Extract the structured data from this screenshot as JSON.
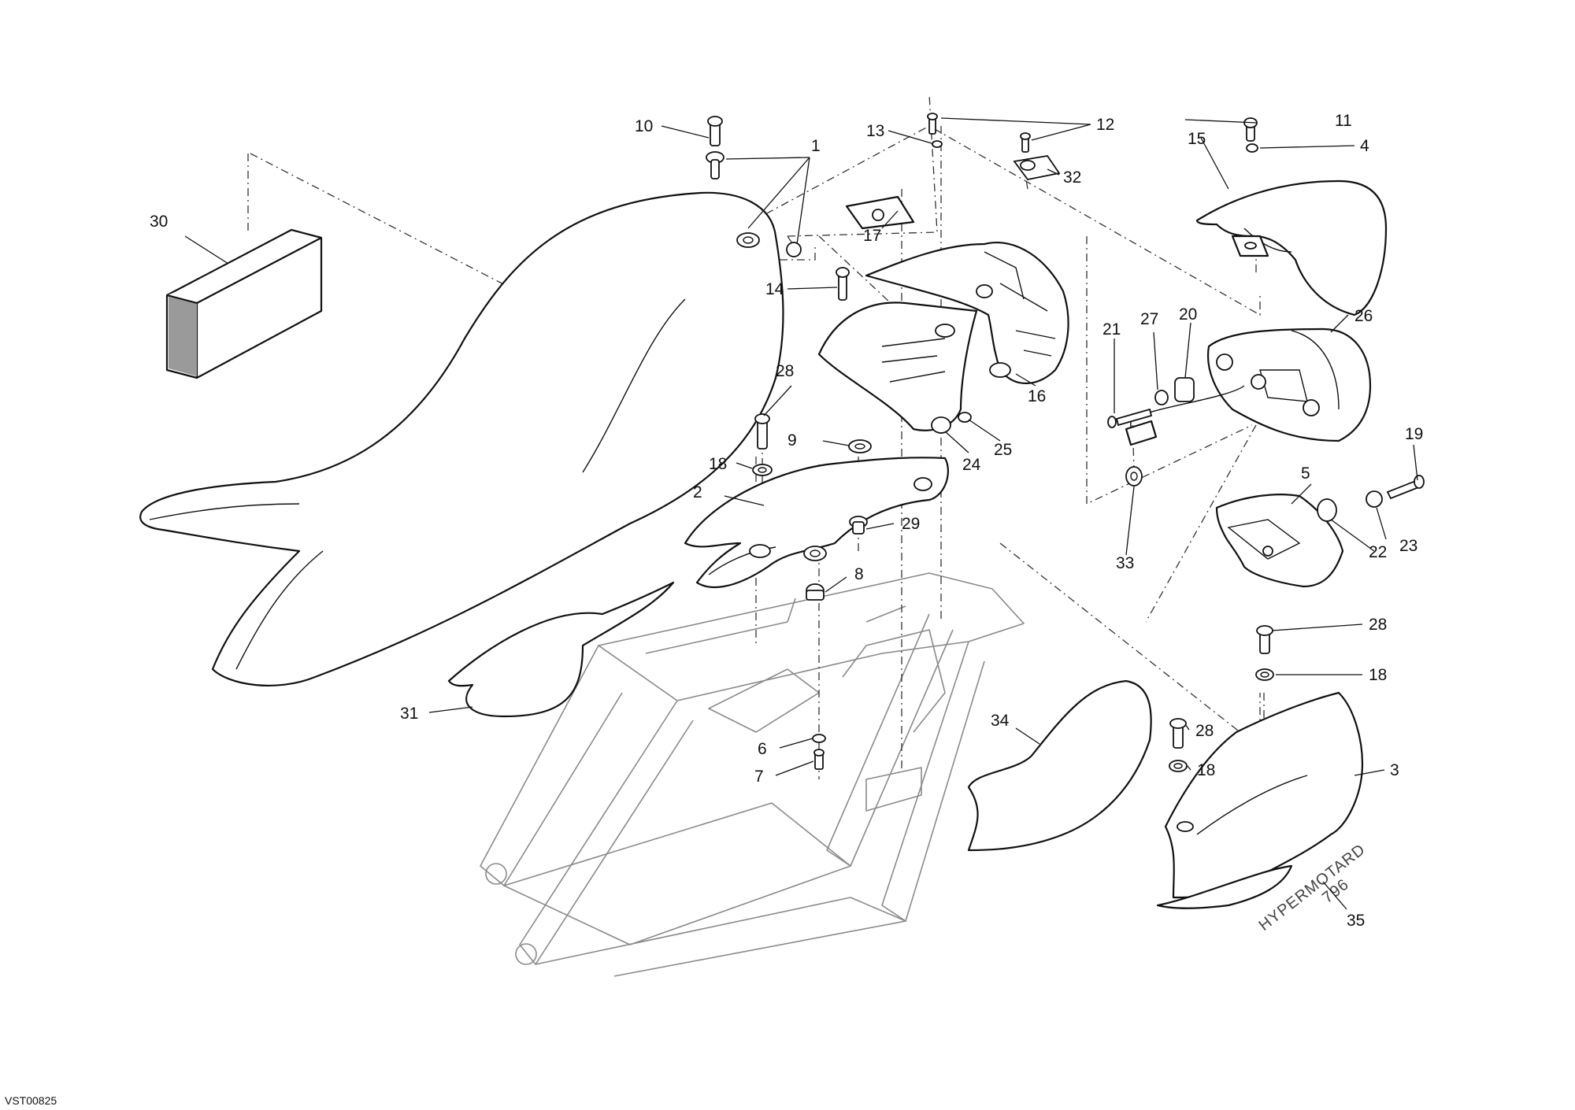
{
  "diagram": {
    "drawing_code": "VST00825",
    "decal_text_1": "HYPERMOTARD",
    "decal_text_2": "796",
    "callouts": {
      "c1": "1",
      "c2": "2",
      "c3": "3",
      "c4": "4",
      "c5": "5",
      "c6": "6",
      "c7": "7",
      "c8": "8",
      "c9": "9",
      "c10": "10",
      "c11": "11",
      "c12": "12",
      "c13": "13",
      "c14": "14",
      "c15": "15",
      "c16": "16",
      "c17": "17",
      "c18a": "18",
      "c18b": "18",
      "c18c": "18",
      "c19": "19",
      "c20": "20",
      "c21": "21",
      "c22": "22",
      "c23": "23",
      "c24": "24",
      "c25": "25",
      "c26": "26",
      "c27": "27",
      "c28a": "28",
      "c28b": "28",
      "c28c": "28",
      "c29": "29",
      "c30": "30",
      "c31": "31",
      "c32": "32",
      "c33": "33",
      "c34": "34",
      "c35": "35"
    }
  }
}
